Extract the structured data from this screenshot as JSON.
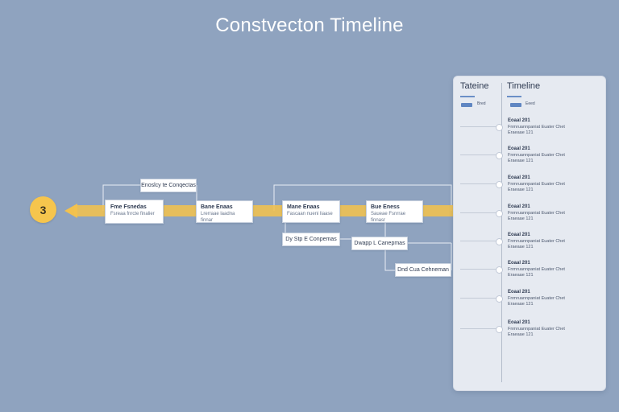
{
  "title": "Constvecton Timeline",
  "start_badge": "3",
  "colors": {
    "background": "#8fa3bf",
    "arrow": "#f2c14e",
    "badge": "#f6c54d",
    "panel": "#e6eaf1",
    "accent": "#5f86c2"
  },
  "flow": {
    "top_label": "Enoslcy te Conqectas",
    "boxes": [
      {
        "title": "Fme Fsnedas",
        "sub": "Fsreaa fnrcte finalier"
      },
      {
        "title": "Bane Enaas",
        "sub": "Lrerraae laadna finnar"
      },
      {
        "title": "Mane Enaas",
        "sub": "Fascaan nueni liaase"
      },
      {
        "title": "Bue Eness",
        "sub": "Saueae Fsnrrae finnasr"
      }
    ],
    "lower_labels": [
      "Dy Stp E Conpemas",
      "Dwapp L Canepmas",
      "Dnd Cua Cehneman"
    ]
  },
  "panel": {
    "header_left": "Tateine",
    "header_right": "Timeline",
    "chip_left": "Bred",
    "chip_right": "Eeed",
    "events": [
      {
        "title": "Eoaal 201",
        "line1": "Fnmruannpaniat Euater Chet",
        "line2": "Eraeaae 121"
      },
      {
        "title": "Eoaal 201",
        "line1": "Fnmruannpaniat Euater Chet",
        "line2": "Eraeaae 121"
      },
      {
        "title": "Eoaal 201",
        "line1": "Fnmruannpaniat Euater Chet",
        "line2": "Eraeaae 121"
      },
      {
        "title": "Eoaal 201",
        "line1": "Fnmruannpaniat Euater Chet",
        "line2": "Eraeaae 121"
      },
      {
        "title": "Eoaal 201",
        "line1": "Fnmruannpaniat Euater Chet",
        "line2": "Eraeaae 121"
      },
      {
        "title": "Eoaal 201",
        "line1": "Fnmruannpaniat Euater Chet",
        "line2": "Eraeaae 121"
      },
      {
        "title": "Eoaal 201",
        "line1": "Fnmruannpaniat Euater Chet",
        "line2": "Eraeaae 121"
      },
      {
        "title": "Eoaal 201",
        "line1": "Fnmruannpaniat Euater Chet",
        "line2": "Eraeaae 121"
      }
    ]
  }
}
